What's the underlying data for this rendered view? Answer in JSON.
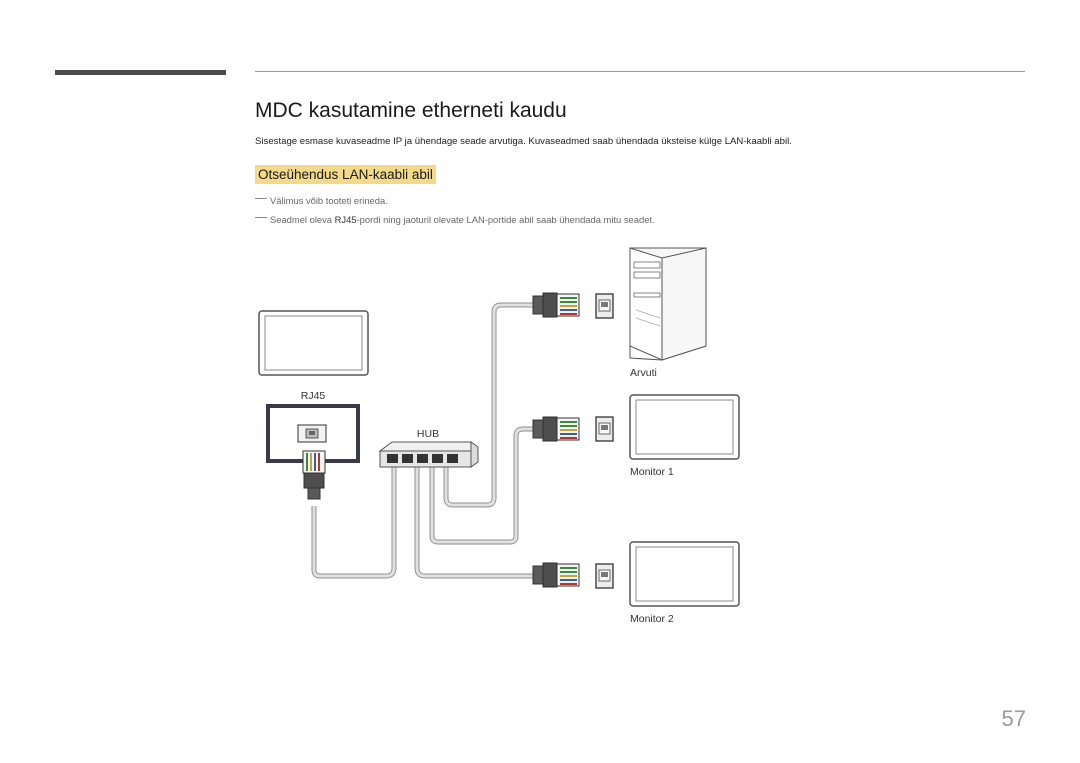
{
  "page": {
    "title": "MDC kasutamine etherneti kaudu",
    "intro": "Sisestage esmase kuvaseadme IP ja ühendage seade arvutiga. Kuvaseadmed saab ühendada üksteise külge LAN-kaabli abil.",
    "subheading": "Otseühendus LAN-kaabli abil",
    "notes": {
      "note1": "Välimus võib tooteti erineda.",
      "note2_pre": "Seadmel oleva ",
      "note2_strong": "RJ45",
      "note2_post": "-pordi ning jaoturil olevate LAN-portide abil saab ühendada mitu seadet."
    },
    "page_number": "57"
  },
  "diagram": {
    "labels": {
      "rj45": "RJ45",
      "hub": "HUB",
      "computer": "Arvuti",
      "monitor1": "Monitor 1",
      "monitor2": "Monitor 2"
    },
    "colors": {
      "wire": "#c6c6c6",
      "wire_edge": "#8f8f8f",
      "device_outline": "#555555",
      "rj45_frame": "#3a3a4a",
      "highlight": "#f3d98a"
    }
  }
}
